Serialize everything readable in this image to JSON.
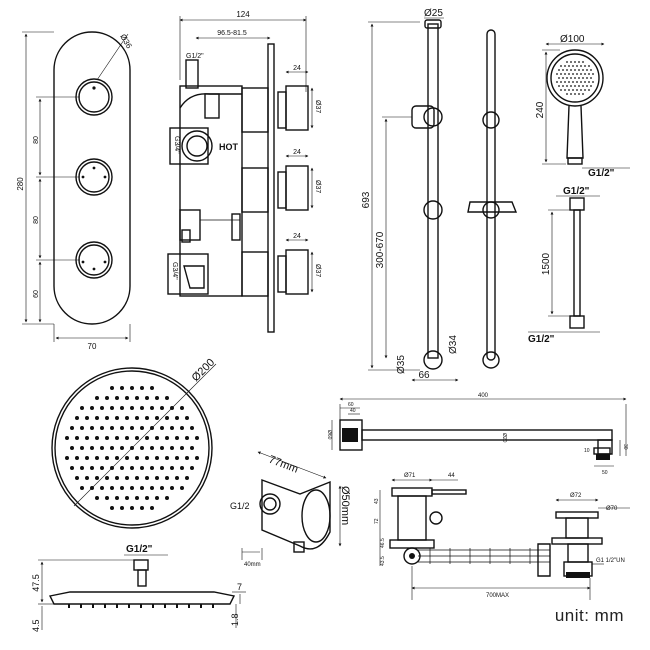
{
  "valve_panel": {
    "diameter_label": "Ø36",
    "height_label": "280",
    "width_label": "70",
    "spacing_labels": [
      "80",
      "80",
      "60"
    ]
  },
  "valve_side": {
    "depth_label": "124",
    "range_label": "96.5-81.5",
    "inlet_top": "G1/2\"",
    "inlet_hot": "G3/4\"",
    "inlet_cold": "G3/4\"",
    "hot_label": "HOT",
    "knob_depth": [
      "24",
      "24",
      "24"
    ],
    "knob_dia": [
      "Ø37",
      "Ø37",
      "Ø37"
    ]
  },
  "rail": {
    "top_dia": "Ø25",
    "height_label": "693",
    "adjust_label": "300-670",
    "bracket_dia": "Ø34",
    "base_dia": "Ø35",
    "base_width": "66"
  },
  "handset": {
    "head_dia": "Ø100",
    "length_label": "240",
    "thread_label": "G1/2\""
  },
  "hose": {
    "top_thread": "G1/2\"",
    "length_label": "1500",
    "bottom_thread": "G1/2\""
  },
  "rain_head": {
    "diameter_label": "Ø200"
  },
  "wall_outlet": {
    "width_label": "77mm",
    "thread_label": "G1/2",
    "dia_label": "Ø50mm",
    "depth_label": "40mm"
  },
  "arm": {
    "length_label": "400",
    "flange_label1": "60",
    "flange_label2": "40",
    "dia_label": "Ø20",
    "end_label1": "10",
    "end_label2": "30",
    "end_label3": "50",
    "side_label": "Ø60"
  },
  "head_profile": {
    "thread_label": "G1/2\"",
    "height_label": "47.5",
    "thickness_label": "4.5",
    "edge_label": "1.8",
    "top_label": "7"
  },
  "bath_filler": {
    "top_dia": "Ø71",
    "top_offset": "44",
    "waste_dia": "Ø72",
    "waste_dia2": "Ø70",
    "max_label": "700MAX",
    "v_labels": [
      "43",
      "72",
      "46.5",
      "43.5"
    ],
    "thread_label": "G1 1/2\"UN"
  },
  "footer": {
    "unit_text": "unit: mm"
  },
  "colors": {
    "ink": "#111111",
    "background": "#ffffff"
  }
}
